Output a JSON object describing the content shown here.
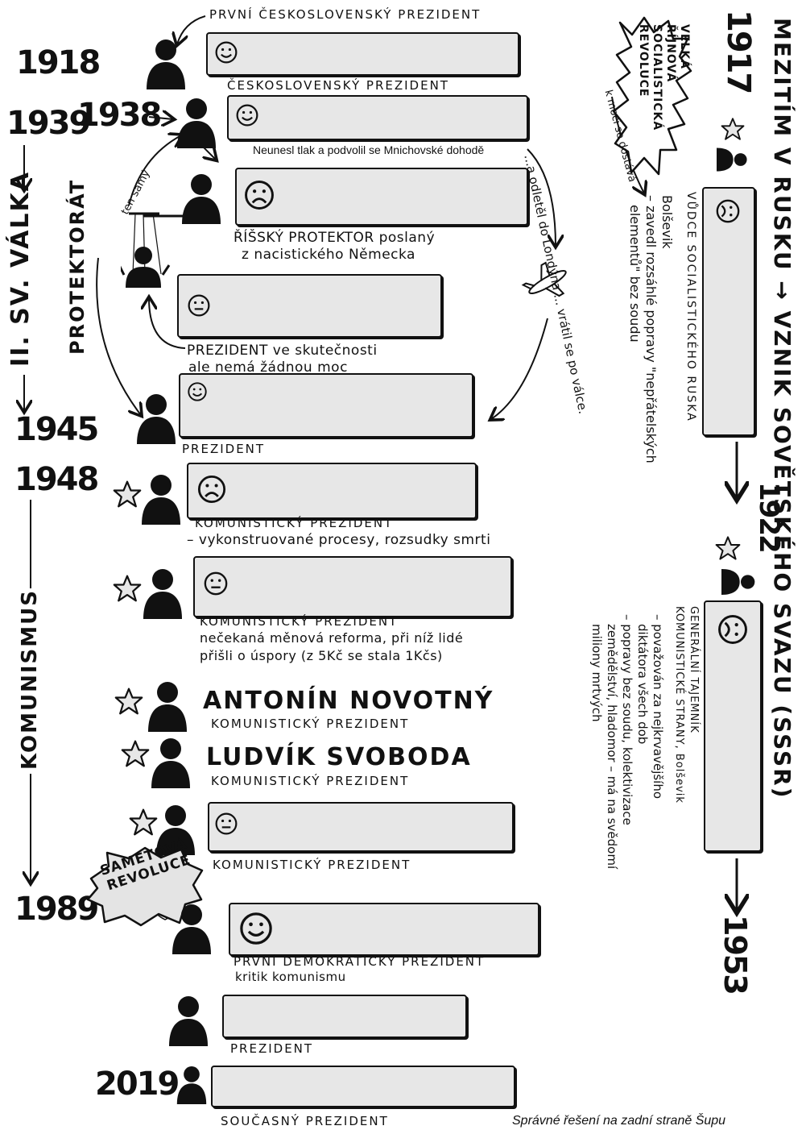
{
  "years": {
    "y1918": "1918",
    "y1939": "1939",
    "y1938": "1938",
    "y1945": "1945",
    "y1948": "1948",
    "y1989": "1989",
    "y2019": "2019",
    "y1917": "1917",
    "y1922": "1922",
    "y1953": "1953"
  },
  "side": {
    "war": "II. SV. VÁLKA",
    "protektorat": "PROTEKTORÁT",
    "komunismus": "KOMUNISMUS"
  },
  "entries": {
    "e1_caption": "PRVNÍ ČESKOSLOVENSKÝ PREZIDENT",
    "e2_caption": "ČESKOSLOVENSKÝ PREZIDENT",
    "e2_note": "Neunesl tlak a podvolil se Mnichovské dohodě",
    "e3_caption": "ŘÍŠSKÝ PROTEKTOR poslaný",
    "e3_caption2": "z nacistického Německa",
    "puppet": "ten samý",
    "e4_caption": "PREZIDENT ve skutečnosti",
    "e4_caption2": "ale nemá žádnou moc",
    "e5_caption": "PREZIDENT",
    "london": "...a odletěl do Londýna ... vrátil se po válce.",
    "e6_caption": "KOMUNISTICKÝ PREZIDENT",
    "e6_note": "– vykonstruované procesy, rozsudky smrti",
    "e7_caption": "KOMUNISTICKÝ PREZIDENT",
    "e7_note": "nečekaná měnová reforma, při níž lidé",
    "e7_note2": "přišli o úspory (z 5Kč se stala 1Kčs)",
    "novotny": "ANTONÍN NOVOTNÝ",
    "novotny_caption": "KOMUNISTICKÝ PREZIDENT",
    "svoboda": "LUDVÍK SVOBODA",
    "svoboda_caption": "KOMUNISTICKÝ PREZIDENT",
    "e10_caption": "KOMUNISTICKÝ PREZIDENT",
    "sametova": "SAMETOVÁ",
    "revoluce": "REVOLUCE",
    "e11_caption": "PRVNÍ DEMOKRATICKÝ PREZIDENT",
    "e11_caption2": "kritik komunismu",
    "e12_caption": "PREZIDENT",
    "e13_caption": "SOUČASNÝ PREZIDENT"
  },
  "russia": {
    "title": "MEZITÍM V RUSKU → VZNIK SOVĚTSKÉHO SVAZU (SSSR)",
    "revolution1": "VELKÁ",
    "revolution2": "ŘÍJNOVÁ",
    "revolution3": "SOCIALISTICKÁ",
    "revolution4": "REVOLUCE",
    "to_power": "k moci se dostává",
    "leader_title": "VŮDCE SOCIALISTICKÉHO RUSKA",
    "leader_note1": "Bolševik",
    "leader_note2": "– zavedl rozsáhlé popravy \"nepřátelských",
    "leader_note3": "elementů\" bez soudu",
    "sec_title1": "GENERÁLNÍ TAJEMNÍK",
    "sec_title2": "KOMUNISTICKÉ STRANY, Bolševik",
    "sec_note1": "– považován za nejkrvavějšího",
    "sec_note2": "diktátora všech dob",
    "sec_note3": "– popravy bez soudu, kolektivizace",
    "sec_note4": "zemědělství, hladomor – má na svědomí",
    "sec_note5": "miliony mrtvých"
  },
  "footer": {
    "text": "Správné řešení na zadní straně Šupu"
  },
  "colors": {
    "ink": "#111111",
    "box_fill": "#e7e7e7",
    "badge_fill": "#e4e4e4"
  }
}
